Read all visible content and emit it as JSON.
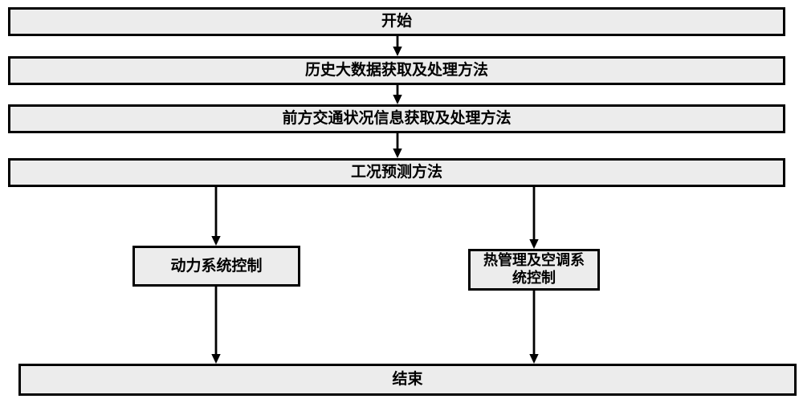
{
  "diagram": {
    "type": "flowchart",
    "background_color": "#ffffff",
    "box_fill_color": "#ececec",
    "box_border_color": "#000000",
    "arrow_color": "#000000",
    "nodes": {
      "start": {
        "label": "开始"
      },
      "step1": {
        "label": "历史大数据获取及处理方法"
      },
      "step2": {
        "label": "前方交通状况信息获取及处理方法"
      },
      "step3": {
        "label": "工况预测方法"
      },
      "branch_left": {
        "label": "动力系统控制"
      },
      "branch_right": {
        "label": "热管理及空调系统控制",
        "label_lines": [
          "热管理及空调系",
          "统控制"
        ]
      },
      "end": {
        "label": "结束"
      }
    },
    "edges": [
      {
        "from": "start",
        "to": "step1"
      },
      {
        "from": "step1",
        "to": "step2"
      },
      {
        "from": "step2",
        "to": "step3"
      },
      {
        "from": "step3",
        "to": "branch_left"
      },
      {
        "from": "step3",
        "to": "branch_right"
      },
      {
        "from": "branch_left",
        "to": "end"
      },
      {
        "from": "branch_right",
        "to": "end"
      }
    ]
  }
}
